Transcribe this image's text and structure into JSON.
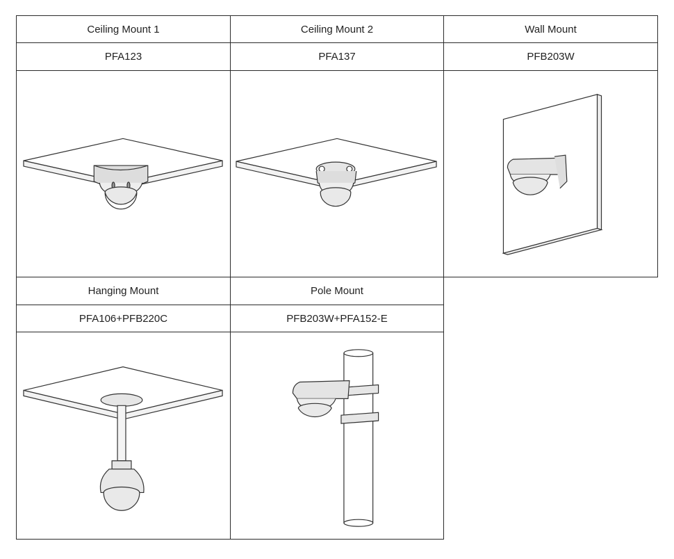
{
  "mounts": [
    {
      "name": "Ceiling Mount 1",
      "model": "PFA123",
      "illustration": "ceiling-junction-box-mount"
    },
    {
      "name": "Ceiling Mount 2",
      "model": "PFA137",
      "illustration": "ceiling-adapter-mount"
    },
    {
      "name": "Wall Mount",
      "model": "PFB203W",
      "illustration": "wall-bracket-mount"
    },
    {
      "name": "Hanging Mount",
      "model": "PFA106+PFB220C",
      "illustration": "pendant-hanging-mount"
    },
    {
      "name": "Pole Mount",
      "model": "PFB203W+PFA152-E",
      "illustration": "pole-bracket-mount"
    }
  ]
}
